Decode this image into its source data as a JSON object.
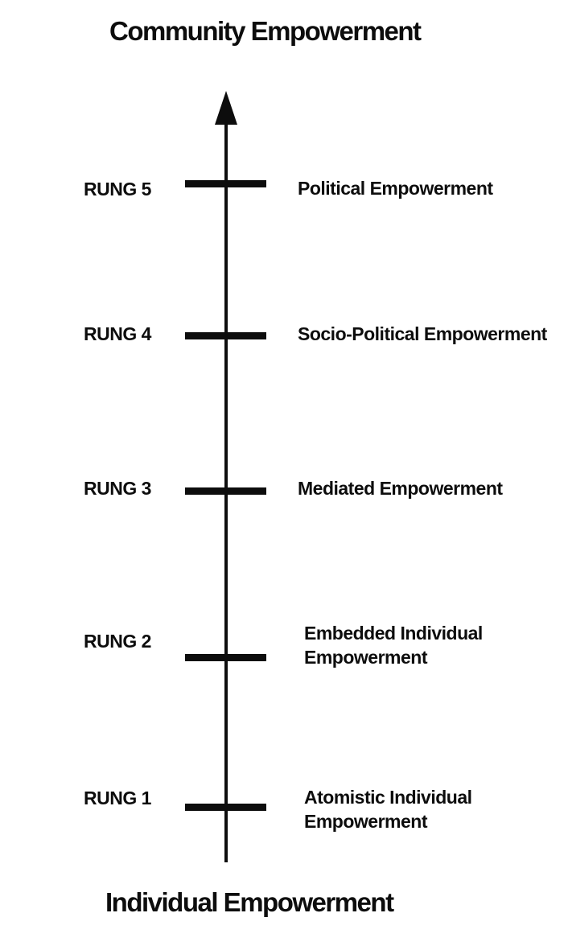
{
  "page": {
    "background_color": "#ffffff",
    "ink_color": "#0d0d0d"
  },
  "diagram": {
    "type": "ladder-of-empowerment",
    "top_axis_label": "Community Empowerment",
    "bottom_axis_label": "Individual Empowerment",
    "arrow_direction": "up",
    "rungs": [
      {
        "label": "RUNG 5",
        "title": "Political Empowerment",
        "lines": [
          "Political Empowerment"
        ]
      },
      {
        "label": "RUNG 4",
        "title": "Socio-Political Empowerment",
        "lines": [
          "Socio-Political Empowerment"
        ]
      },
      {
        "label": "RUNG 3",
        "title": "Mediated Empowerment",
        "lines": [
          "Mediated Empowerment"
        ]
      },
      {
        "label": "RUNG 2",
        "title": "Embedded Individual Empowerment",
        "lines": [
          "Embedded Individual",
          "Empowerment"
        ]
      },
      {
        "label": "RUNG 1",
        "title": "Atomistic Individual Empowerment",
        "lines": [
          "Atomistic Individual",
          "Empowerment"
        ]
      }
    ]
  }
}
